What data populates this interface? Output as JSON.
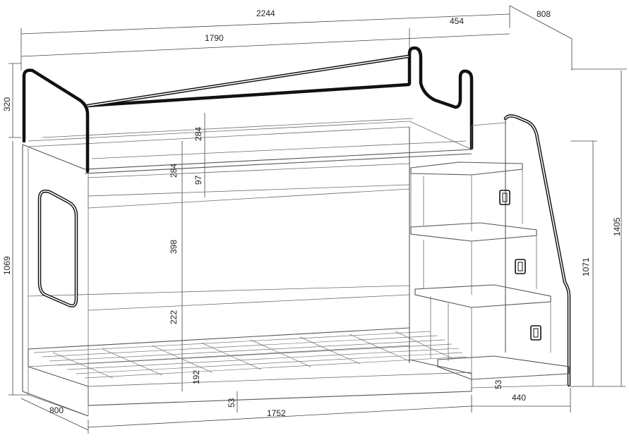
{
  "dimensions": {
    "total_length": "2244",
    "depth_top": "808",
    "bed_length_top": "1790",
    "stairs_length_top": "454",
    "rail_height": "320",
    "top_bunk_height": "284",
    "top_bunk_depth": "284",
    "upper_frame": "97",
    "between_bunks": "398",
    "lower_clearance": "222",
    "lower_frame": "192",
    "lower_leg": "53",
    "stairs_leg": "53",
    "bed_length_bottom": "1752",
    "stairs_length_bottom": "440",
    "depth_bottom": "800",
    "total_height_left": "1069",
    "stairs_height": "1071",
    "total_height_right": "1405"
  }
}
